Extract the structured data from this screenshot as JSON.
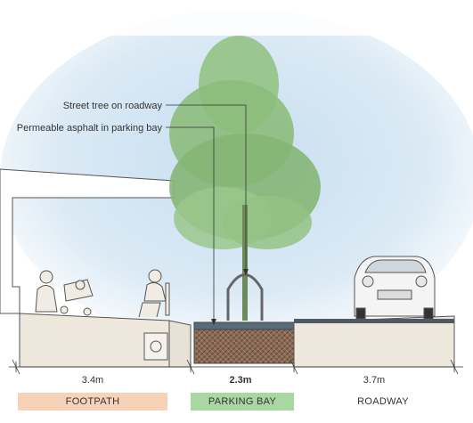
{
  "callouts": {
    "street_tree": "Street tree on roadway",
    "permeable_asphalt": "Permeable asphalt in parking bay"
  },
  "dimensions": {
    "footpath": "3.4m",
    "parking_bay": "2.3m",
    "roadway": "3.7m"
  },
  "zones": {
    "footpath": "FOOTPATH",
    "parking_bay": "PARKING BAY",
    "roadway": "ROADWAY"
  },
  "colors": {
    "sky": "#cfe3f2",
    "tree": "#8fbf7f",
    "footpath_band": "#f6d2b8",
    "parking_band": "#a9d7a1",
    "soil": "#8a6a55"
  }
}
